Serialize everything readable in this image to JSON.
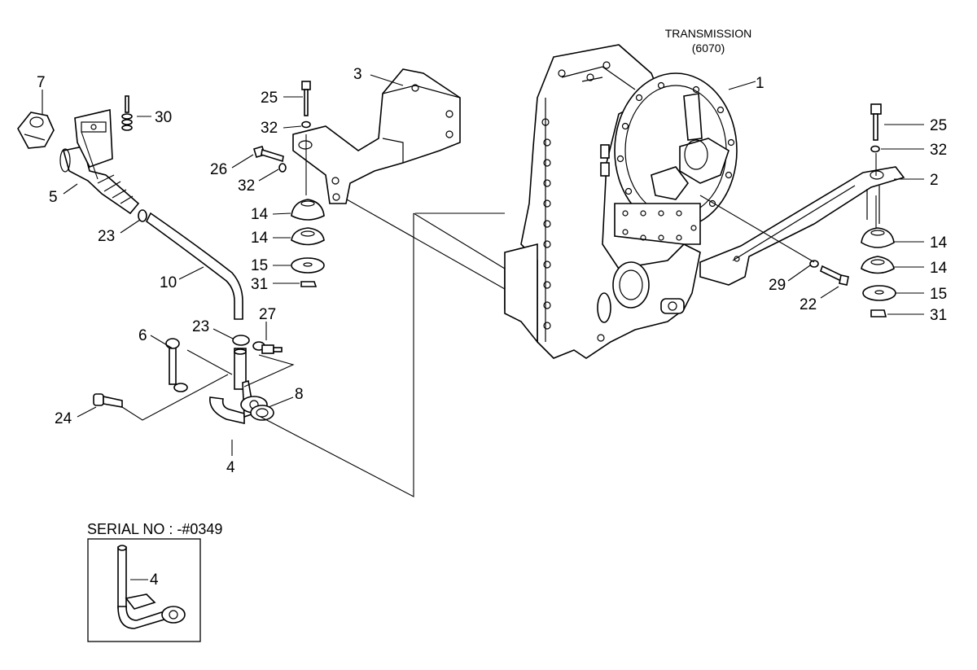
{
  "title": {
    "line1": "TRANSMISSION",
    "line2": "(6070)"
  },
  "serial_label": "SERIAL NO : -#0349",
  "callouts": [
    "1",
    "2",
    "3",
    "4",
    "5",
    "6",
    "7",
    "8",
    "10",
    "14",
    "14",
    "14",
    "14",
    "15",
    "15",
    "22",
    "23",
    "23",
    "24",
    "25",
    "25",
    "26",
    "27",
    "29",
    "30",
    "31",
    "31",
    "32",
    "32",
    "32",
    "4"
  ]
}
